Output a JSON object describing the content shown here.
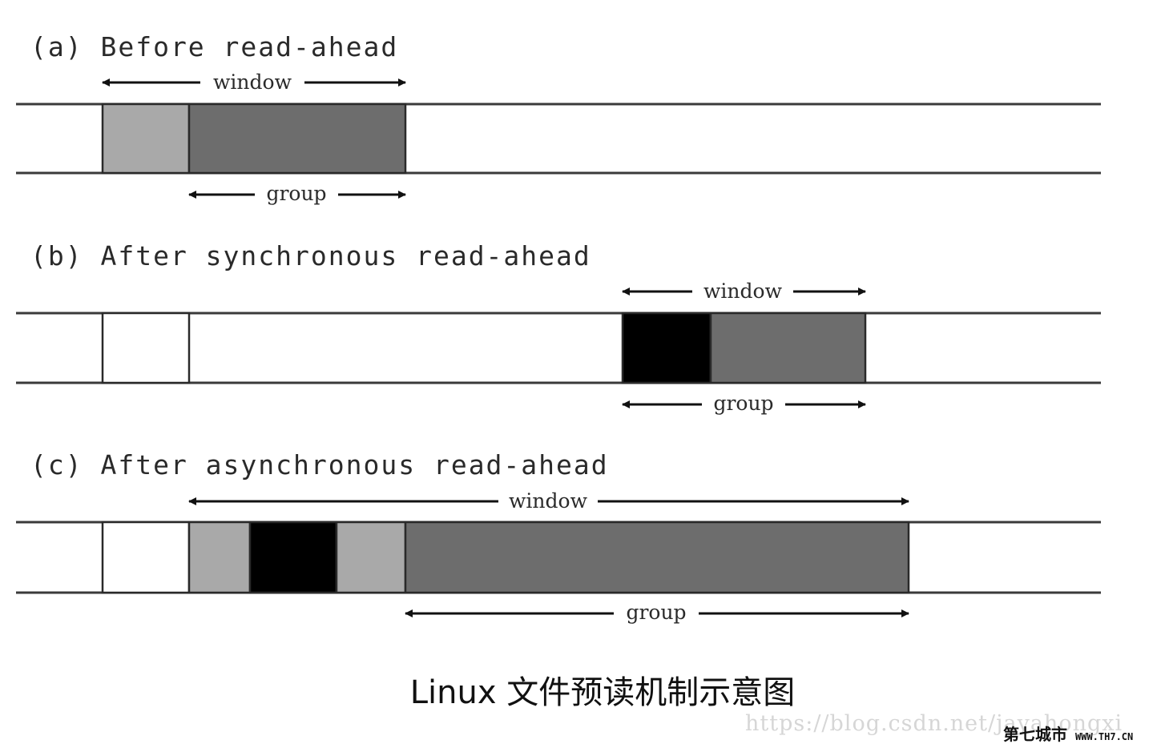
{
  "panels": [
    {
      "id": "a",
      "title": "(a) Before read-ahead",
      "window_label": "window",
      "group_label": "group",
      "blocks": [
        {
          "shade": "light-gray"
        },
        {
          "shade": "dark-gray"
        }
      ]
    },
    {
      "id": "b",
      "title": "(b) After synchronous read-ahead",
      "window_label": "window",
      "group_label": "group",
      "blocks": [
        {
          "shade": "white"
        },
        {
          "shade": "black"
        },
        {
          "shade": "dark-gray"
        }
      ]
    },
    {
      "id": "c",
      "title": "(c) After asynchronous read-ahead",
      "window_label": "window",
      "group_label": "group",
      "blocks": [
        {
          "shade": "white"
        },
        {
          "shade": "light-gray"
        },
        {
          "shade": "black"
        },
        {
          "shade": "light-gray"
        },
        {
          "shade": "dark-gray"
        }
      ]
    }
  ],
  "caption": "Linux 文件预读机制示意图",
  "watermark": {
    "url": "https://blog.csdn.net/jayahongxi",
    "logo": "第七城市",
    "site": "WWW.TH7.CN"
  },
  "colors": {
    "white": "#ffffff",
    "light-gray": "#a9a9a9",
    "dark-gray": "#6d6d6d",
    "black": "#000000",
    "line": "#3a3a3a"
  }
}
